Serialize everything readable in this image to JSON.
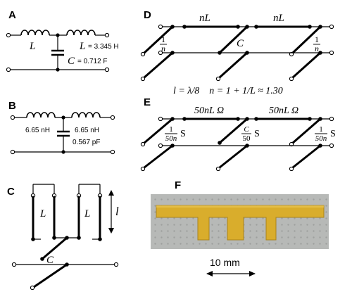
{
  "panels": {
    "A": {
      "letter": "A",
      "inductor_label": "L",
      "inductance_symbol": "L",
      "inductance_value": "= 3.345 H",
      "capacitance_symbol": "C",
      "capacitance_value": "= 0.712 F"
    },
    "B": {
      "letter": "B",
      "left_inductance": "6.65 nH",
      "right_inductance": "6.65 nH",
      "capacitance": "0.567 pF"
    },
    "C": {
      "letter": "C",
      "left_label": "L",
      "right_label": "L",
      "length_label": "l",
      "cap_label": "C"
    },
    "D": {
      "letter": "D",
      "top_left_label": "nL",
      "top_right_label": "nL",
      "stub_left_num": "1",
      "stub_left_den": "n",
      "stub_right_num": "1",
      "stub_right_den": "n",
      "middle_label": "C",
      "equation": "l = λ/8    n = 1 + 1/L ≈ 1.30"
    },
    "E": {
      "letter": "E",
      "top_left_label": "50nL Ω",
      "top_right_label": "50nL Ω",
      "left_num": "1",
      "left_den": "50n",
      "left_unit": "S",
      "mid_num": "C",
      "mid_den": "50",
      "mid_unit": "S",
      "right_num": "1",
      "right_den": "50n",
      "right_unit": "S"
    },
    "F": {
      "letter": "F",
      "scale_label": "10 mm"
    }
  },
  "colors": {
    "stroke": "#000000",
    "board": "#b7b9b7",
    "copper": "#d9ad2c"
  }
}
